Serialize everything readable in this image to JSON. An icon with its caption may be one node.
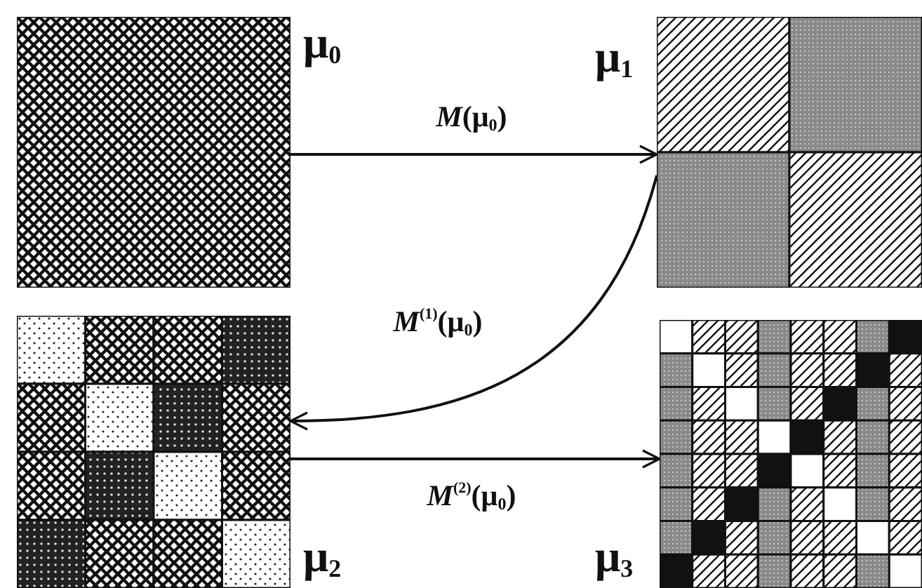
{
  "diagram": {
    "nodes": [
      {
        "text": [],
        "shape": "picture",
        "beside": [
          "μ$_{0}$"
        ]
      },
      {
        "text": [],
        "shape": "picture",
        "beside": [
          "μ$_{1}$"
        ]
      },
      {
        "text": [],
        "shape": "picture",
        "beside": [
          "μ$_{2}$"
        ]
      },
      {
        "text": [],
        "shape": "picture",
        "beside": [
          "μ$_{3}$"
        ]
      }
    ],
    "edges": [
      {
        "from": 0,
        "to": 1,
        "arrow": "to",
        "label": "*M*(μ$_{0}$)"
      },
      {
        "from": 1,
        "to": 2,
        "arrow": "to",
        "label": "*M*$^{(1)}$(μ$_{0}$)"
      },
      {
        "from": 2,
        "to": 3,
        "arrow": "to",
        "label": "*M*$^{(2)}$(μ$_{0}$)"
      }
    ]
  }
}
